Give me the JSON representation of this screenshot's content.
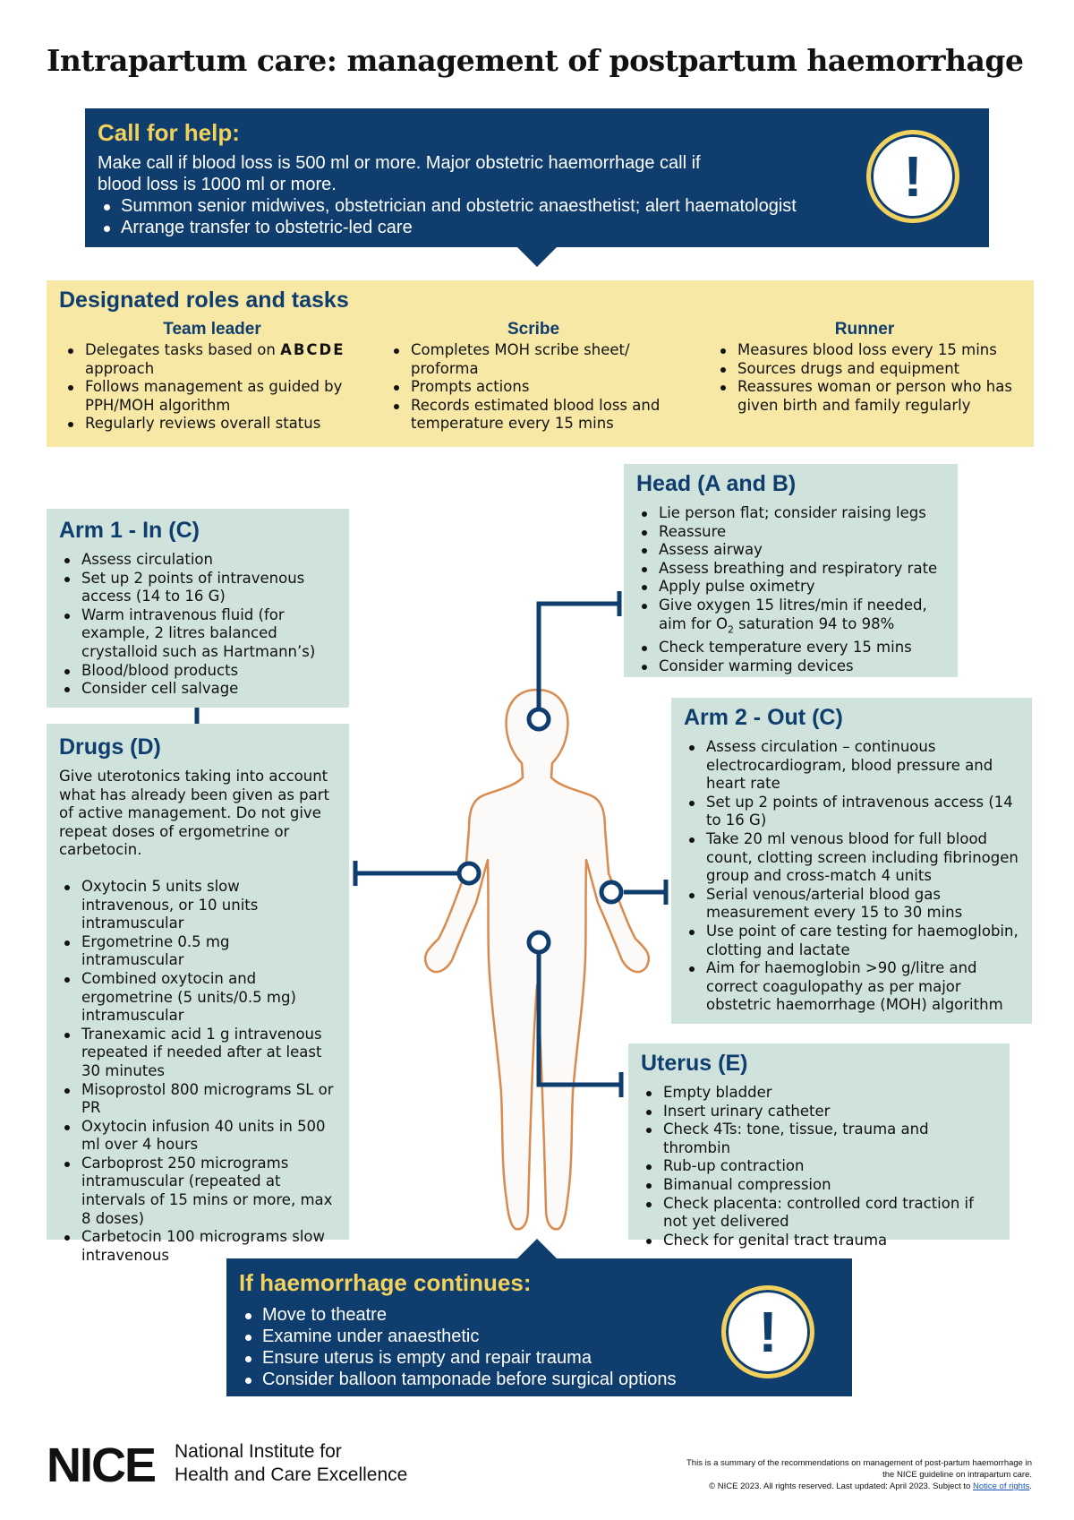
{
  "title": "Intrapartum care: management of postpartum haemorrhage",
  "call_for_help": {
    "heading": "Call for help:",
    "text_line1": "Make call if blood loss is 500 ml or more. Major obstetric haemorrhage call if",
    "text_line2": "blood loss is 1000 ml or more.",
    "bullets": [
      "Summon senior midwives, obstetrician and obstetric anaesthetist; alert haematologist",
      "Arrange transfer to obstetric-led care"
    ],
    "alert_symbol": "!"
  },
  "roles": {
    "heading": "Designated roles and tasks",
    "team_leader": {
      "title": "Team leader",
      "items": [
        "Delegates tasks based on ",
        "ABCDE",
        " approach",
        "Follows management as guided by PPH/MOH algorithm",
        "Regularly reviews overall status"
      ]
    },
    "scribe": {
      "title": "Scribe",
      "items": [
        "Completes MOH scribe sheet/ proforma",
        "Prompts actions",
        "Records estimated blood loss and temperature every 15 mins"
      ]
    },
    "runner": {
      "title": "Runner",
      "items": [
        "Measures blood loss every 15 mins",
        "Sources drugs and equipment",
        "Reassures woman or person who has given birth and family regularly"
      ]
    }
  },
  "arm1": {
    "heading": "Arm 1 - In (C)",
    "items": [
      "Assess circulation",
      "Set up 2 points of intravenous access (14 to 16 G)",
      "Warm intravenous fluid (for example, 2 litres balanced crystalloid such as Hartmann’s)",
      "Blood/blood products",
      "Consider cell salvage"
    ]
  },
  "drugs": {
    "heading": "Drugs (D)",
    "intro": "Give uterotonics taking into account what has already been given as part of active management. Do not give repeat doses of ergometrine or carbetocin.",
    "items": [
      "Oxytocin 5 units slow intravenous, or 10 units intramuscular",
      "Ergometrine 0.5 mg intramuscular",
      "Combined oxytocin and ergometrine (5 units/0.5 mg) intramuscular",
      "Tranexamic acid 1 g intravenous repeated if needed after at least 30 minutes",
      "Misoprostol 800 micrograms SL or PR",
      "Oxytocin infusion 40 units in 500 ml over 4 hours",
      "Carboprost 250 micrograms intramuscular (repeated at intervals of 15 mins or more, max 8 doses)",
      "Carbetocin 100 micrograms slow intravenous"
    ]
  },
  "head": {
    "heading": "Head (A and B)",
    "items": [
      "Lie person flat; consider raising legs",
      "Reassure",
      "Assess airway",
      "Assess breathing and respiratory rate",
      "Apply pulse oximetry",
      "Give oxygen 15 litres/min if needed,",
      "aim for O",
      "2",
      " saturation 94 to 98%",
      "Check temperature every 15 mins",
      "Consider warming devices"
    ]
  },
  "arm2": {
    "heading": "Arm 2 - Out (C)",
    "items": [
      "Assess circulation – continuous electrocardiogram, blood pressure and heart rate",
      "Set up 2 points of intravenous access (14 to 16 G)",
      "Take 20 ml venous blood for full blood count, clotting screen including fibrinogen group and cross-match 4 units",
      "Serial venous/arterial blood gas measurement every 15 to 30 mins",
      "Use point of care testing for haemoglobin, clotting and lactate",
      "Aim for haemoglobin >90 g/litre and correct coagulopathy as per major obstetric haemorrhage (MOH) algorithm"
    ]
  },
  "uterus": {
    "heading": "Uterus (E)",
    "items": [
      "Empty bladder",
      "Insert urinary catheter",
      "Check 4Ts: tone, tissue, trauma and thrombin",
      "Rub-up contraction",
      "Bimanual compression",
      "Check placenta: controlled cord traction if not yet delivered",
      "Check for genital tract trauma"
    ]
  },
  "continues": {
    "heading": "If haemorrhage continues:",
    "items": [
      "Move to theatre",
      "Examine under anaesthetic",
      "Ensure uterus is empty and repair trauma",
      "Consider balloon tamponade before surgical options"
    ],
    "alert_symbol": "!"
  },
  "footer": {
    "logo": "NICE",
    "org_line1": "National Institute for",
    "org_line2": "Health and Care Excellence",
    "note_line1": "This is a summary of the recommendations on management of post-partum haemorrhage in",
    "note_line2": "the NICE guideline on intrapartum care.",
    "note_line3": "© NICE 2023. All rights reserved. Last updated: April 2023. Subject to ",
    "note_link": "Notice of rights",
    "note_end": "."
  },
  "colors": {
    "navy": "#0e3d6e",
    "yellow_heading": "#f2d15c",
    "roles_bg": "#f7e8a5",
    "panel_bg": "#cfe3dc",
    "body_outline": "#d98a4e"
  }
}
